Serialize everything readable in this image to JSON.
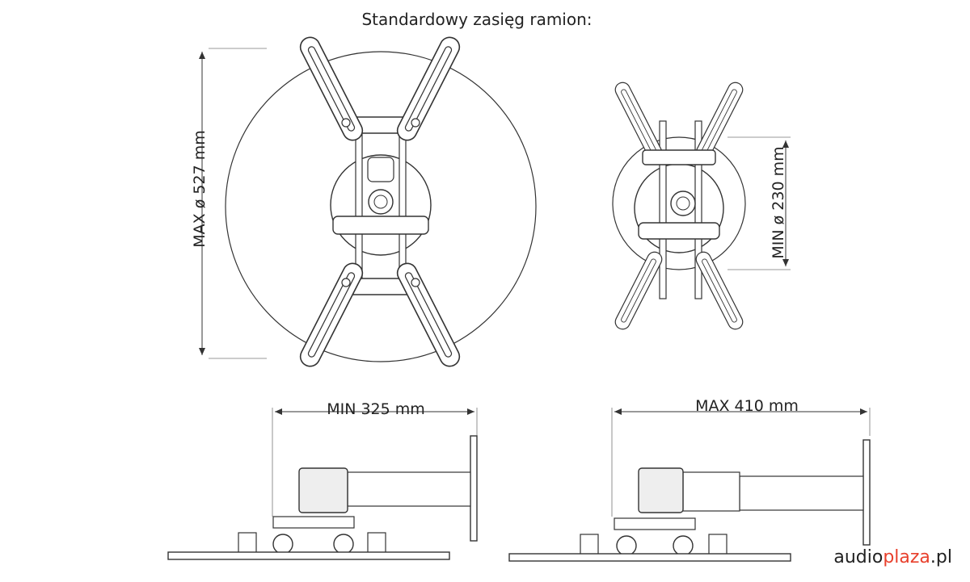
{
  "title": "Standardowy zasięg ramion:",
  "dimensions": {
    "max_diameter": "MAX ø 527 mm",
    "min_diameter": "MIN ø 230 mm",
    "min_depth": "MIN 325 mm",
    "max_depth": "MAX 410 mm"
  },
  "brand": {
    "part1": "audio",
    "part2": "plaza",
    "part3": ".pl"
  },
  "colors": {
    "line": "#333333",
    "brand_accent": "#e8402c"
  }
}
